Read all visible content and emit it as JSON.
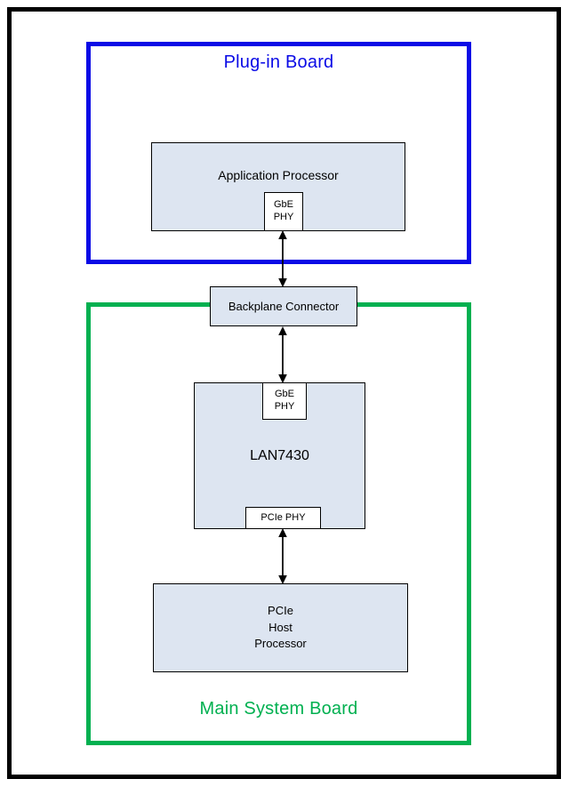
{
  "colors": {
    "blue": "#0a0ae6",
    "green": "#00b050",
    "box_fill": "#dde5f1",
    "line": "#000000"
  },
  "plugin_board": {
    "title": "Plug-in Board",
    "processor": {
      "label": "Application Processor",
      "phy_line1": "GbE",
      "phy_line2": "PHY"
    }
  },
  "backplane_connector": {
    "label": "Backplane Connector"
  },
  "main_board": {
    "title": "Main System Board",
    "lan7430": {
      "label": "LAN7430",
      "gbe_phy_line1": "GbE",
      "gbe_phy_line2": "PHY",
      "pcie_phy": "PCIe PHY"
    },
    "pcie_host": {
      "line1": "PCIe",
      "line2": "Host",
      "line3": "Processor"
    }
  }
}
